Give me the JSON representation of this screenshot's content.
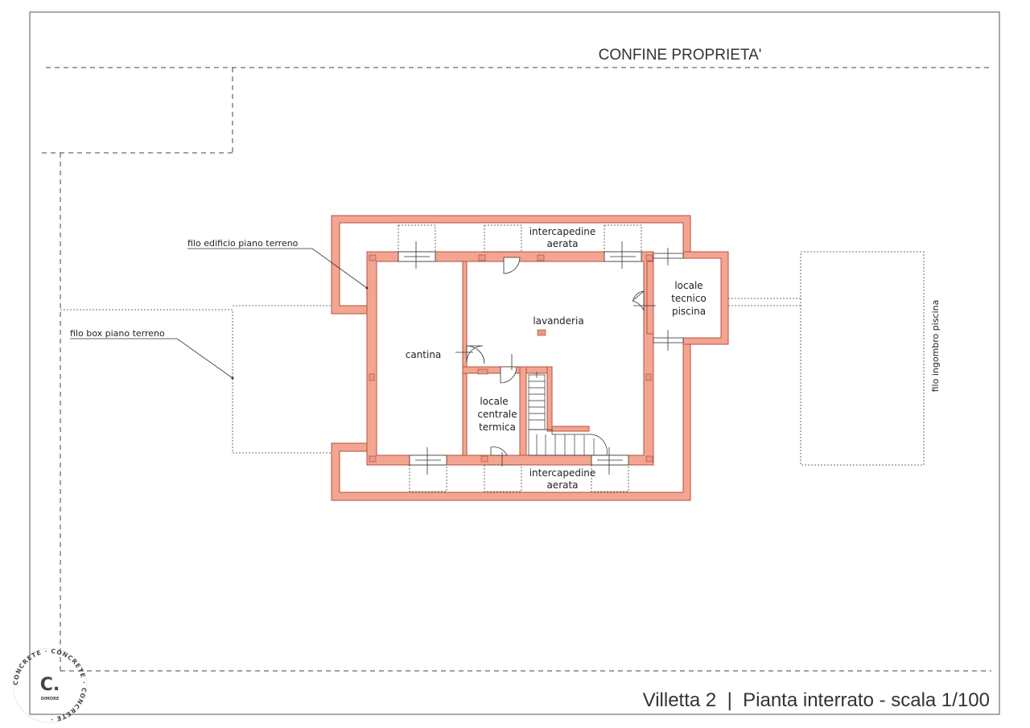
{
  "header": {
    "property_line": "CONFINE PROPRIETA'"
  },
  "footer": {
    "title": "Villetta 2  |  Pianta interrato - scala 1/100"
  },
  "labels": {
    "ground_floor_building": "filo edificio piano terreno",
    "ground_floor_box": "filo box piano terreno",
    "pool_outline": "filo ingombro piscina"
  },
  "rooms": {
    "cantina": "cantina",
    "lavanderia": "lavanderia",
    "boiler_line1": "locale",
    "boiler_line2": "centrale",
    "boiler_line3": "termica",
    "pool_tech_line1": "locale",
    "pool_tech_line2": "tecnico",
    "pool_tech_line3": "piscina",
    "gap_top_line1": "intercapedine",
    "gap_top_line2": "aerata",
    "gap_bottom_line1": "intercapedine",
    "gap_bottom_line2": "aerata"
  },
  "logo": {
    "mark": "C.",
    "ring_text": "CONCRETE · CONCRETE · CONCRETE ·",
    "sub": "DIMORE"
  },
  "colors": {
    "wall_fill": "#f3a592",
    "wall_stroke": "#b5513d",
    "line": "#333333"
  }
}
